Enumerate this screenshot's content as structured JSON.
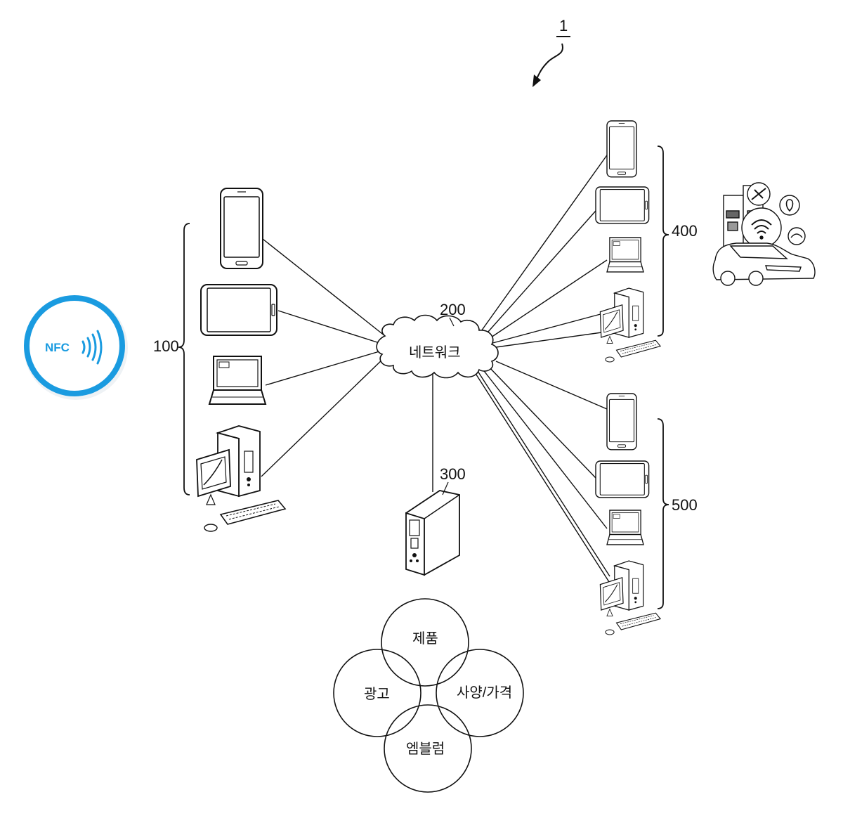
{
  "figure_ref": "1",
  "groups": {
    "left": {
      "ref": "100"
    },
    "right_top": {
      "ref": "400"
    },
    "right_bottom": {
      "ref": "500"
    }
  },
  "network": {
    "ref": "200",
    "label": "네트워크"
  },
  "server": {
    "ref": "300"
  },
  "nfc": {
    "label": "NFC",
    "color": "#1a9be0"
  },
  "venn": {
    "top": "제품",
    "left": "광고",
    "right": "사양/가격",
    "bottom": "엠블럼"
  }
}
